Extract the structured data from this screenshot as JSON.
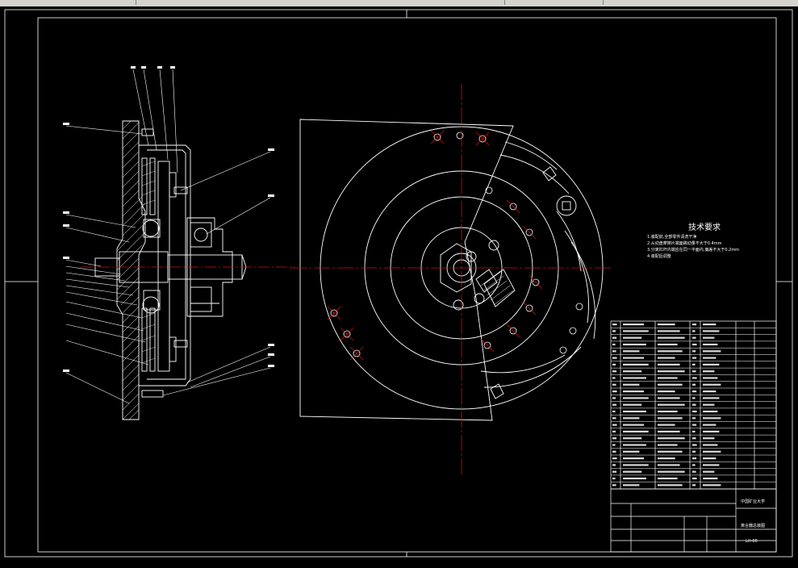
{
  "colors": {
    "background": "#000000",
    "line": "#ffffff",
    "centerline": "#d01010",
    "toolbar": "#d6d3ce"
  },
  "technical_requirements": {
    "title": "技术要求",
    "items": [
      "1.装配前,全部零件清洗干净",
      "2.从动盘摩擦片端面跳动量不大于0.4mm",
      "3.分离杠杆内端应在同一平面内,偏差不大于0.2mm",
      "4.装配后调整"
    ]
  },
  "title_block": {
    "school": "中国矿业大学",
    "drawing_name": "离合器总装图",
    "drawing_no": "LH-00"
  }
}
